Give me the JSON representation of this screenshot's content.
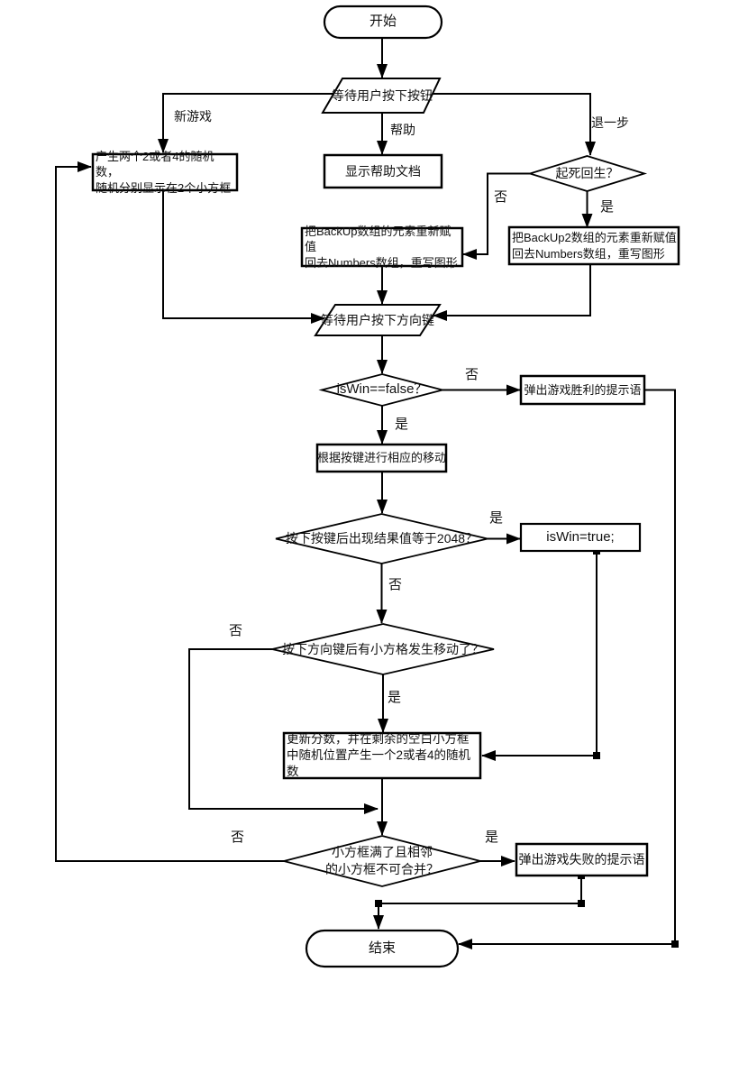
{
  "nodes": {
    "start": "开始",
    "wait_button": "等待用户按下按钮",
    "new_game_action": "产生两个2或者4的随机数，\n随机分别显示在2个小方框",
    "show_help": "显示帮助文档",
    "revive_check": "起死回生？",
    "restore_backup": "把BackUp数组的元素重新赋值\n回去Numbers数组，重写图形",
    "restore_backup2": "把BackUp2数组的元素重新赋值\n回去Numbers数组，重写图形",
    "wait_arrow_key": "等待用户按下方向键",
    "iswin_check": "isWin==false？",
    "win_message": "弹出游戏胜利的提示语",
    "move_action": "根据按键进行相应的移动",
    "check_2048": "按下按键后出现结果值等于2048？",
    "set_iswin": "isWin=true;",
    "moved_check": "按下方向键后有小方格发生移动了？",
    "update_score": "更新分数，并在剩余的空白小方框\n中随机位置产生一个2或者4的随机数",
    "board_full_check": "小方框满了且相邻\n的小方框不可合并？",
    "fail_message": "弹出游戏失败的提示语",
    "end": "结束"
  },
  "edge_labels": {
    "new_game": "新游戏",
    "help": "帮助",
    "step_back": "退一步",
    "revive_no": "否",
    "revive_yes": "是",
    "iswin_no": "否",
    "iswin_yes": "是",
    "check2048_yes": "是",
    "check2048_no": "否",
    "moved_no": "否",
    "moved_yes": "是",
    "full_no": "否",
    "full_yes": "是"
  },
  "colors": {
    "line": "#000000",
    "background": "#ffffff"
  }
}
